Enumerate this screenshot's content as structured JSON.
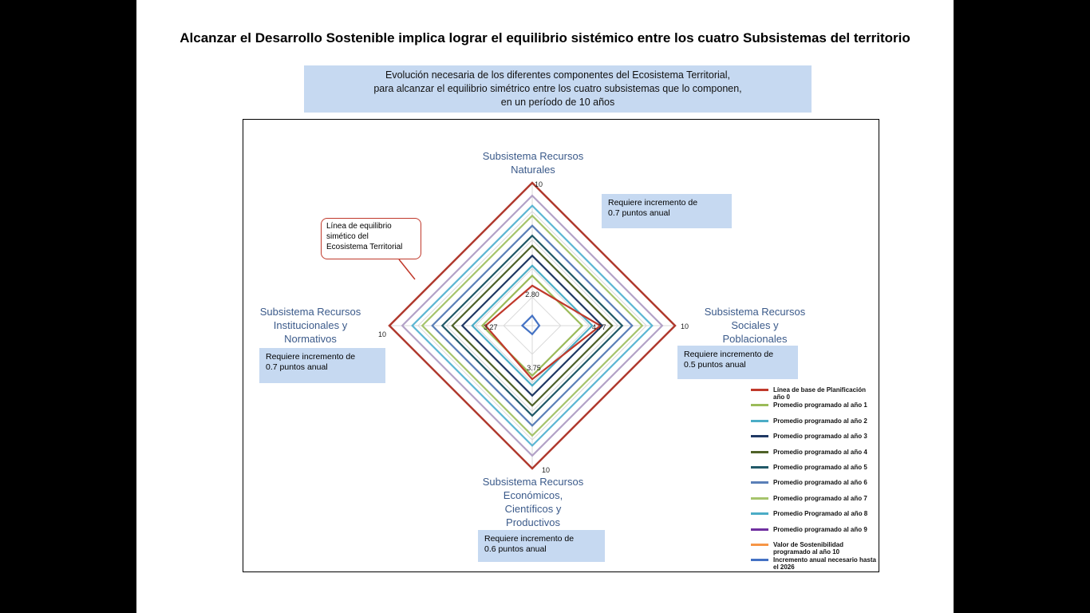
{
  "slide": {
    "title": "Alcanzar el Desarrollo Sostenible implica lograr el equilibrio sistémico entre los cuatro Subsistemas del territorio",
    "subtitle_lines": [
      "Evolución necesaria de los diferentes componentes del Ecosistema Territorial,",
      "para alcanzar el equilibrio simétrico entre los cuatro subsistemas que lo componen,",
      "en un período de 10 años"
    ]
  },
  "chart_data": {
    "type": "radar",
    "max": 10,
    "axes": [
      {
        "title_lines": [
          "Subsistema Recursos",
          "Naturales"
        ],
        "max_label": "10",
        "base_label": "2.80",
        "note_lines": [
          "Requiere incremento de",
          "0.7 puntos anual"
        ]
      },
      {
        "title_lines": [
          "Subsistema Recursos",
          "Sociales y",
          "Poblacionales"
        ],
        "max_label": "10",
        "base_label": "4.77",
        "note_lines": [
          "Requiere incremento de",
          "0.5 puntos anual"
        ]
      },
      {
        "title_lines": [
          "Subsistema Recursos",
          "Económicos,",
          "Científicos y",
          "Productivos"
        ],
        "max_label": "10",
        "base_label": "3.75",
        "note_lines": [
          "Requiere incremento de",
          "0.6 puntos anual"
        ]
      },
      {
        "title_lines": [
          "Subsistema Recursos",
          "Institucionales y",
          "Normativos"
        ],
        "max_label": "10",
        "base_label": "3.27",
        "note_lines": [
          "Requiere incremento de",
          "0.7 puntos anual"
        ]
      }
    ],
    "series": [
      {
        "name": "Línea de base de Planificación año 0",
        "color": "#c0392b",
        "values": [
          2.8,
          4.77,
          3.75,
          3.27
        ]
      },
      {
        "name": "Promedio programado al año 1",
        "color": "#9bbb59",
        "values": [
          3.5,
          3.5,
          3.5,
          3.5
        ]
      },
      {
        "name": "Promedio programado al año 2",
        "color": "#4bacc6",
        "values": [
          4.2,
          4.2,
          4.2,
          4.2
        ]
      },
      {
        "name": "Promedio programado al año 3",
        "color": "#1f3864",
        "values": [
          4.9,
          4.9,
          4.9,
          4.9
        ]
      },
      {
        "name": "Promedio programado al año 4",
        "color": "#4f6228",
        "values": [
          5.6,
          5.6,
          5.6,
          5.6
        ]
      },
      {
        "name": "Promedio programado al año 5",
        "color": "#215968",
        "values": [
          6.3,
          6.3,
          6.3,
          6.3
        ]
      },
      {
        "name": "Promedio programado al año 6",
        "color": "#5a7fb8",
        "values": [
          7.0,
          7.0,
          7.0,
          7.0
        ]
      },
      {
        "name": "Promedio programado al año 7",
        "color": "#a6c46c",
        "values": [
          7.7,
          7.7,
          7.7,
          7.7
        ]
      },
      {
        "name": "Promedio Programado al año 8",
        "color": "#5bb6d3",
        "values": [
          8.4,
          8.4,
          8.4,
          8.4
        ]
      },
      {
        "name": "Promedio programado al año 9",
        "color": "#b3a2c7",
        "values": [
          9.1,
          9.1,
          9.1,
          9.1
        ]
      },
      {
        "name": "Valor de Sostenibilidad programado al año 10",
        "color": "#b03a2e",
        "values": [
          10,
          10,
          10,
          10
        ]
      },
      {
        "name": "Incremento anual necesario hasta el 2026",
        "color": "#4472c4",
        "values": [
          0.7,
          0.5,
          0.6,
          0.7
        ]
      }
    ],
    "legend_colors": [
      "#c0392b",
      "#9bbb59",
      "#4bacc6",
      "#1f3864",
      "#4f6228",
      "#215968",
      "#5a7fb8",
      "#a6c46c",
      "#4bacc6",
      "#7030a0",
      "#f79646",
      "#4472c4"
    ],
    "grid_levels": [
      2,
      4,
      6,
      8,
      10
    ],
    "grid_color": "#d9d9d9",
    "legend_position": "bottom-right",
    "callout_lines": [
      "Línea de equilibrio",
      "simético del",
      "Ecosistema Territorial"
    ]
  }
}
